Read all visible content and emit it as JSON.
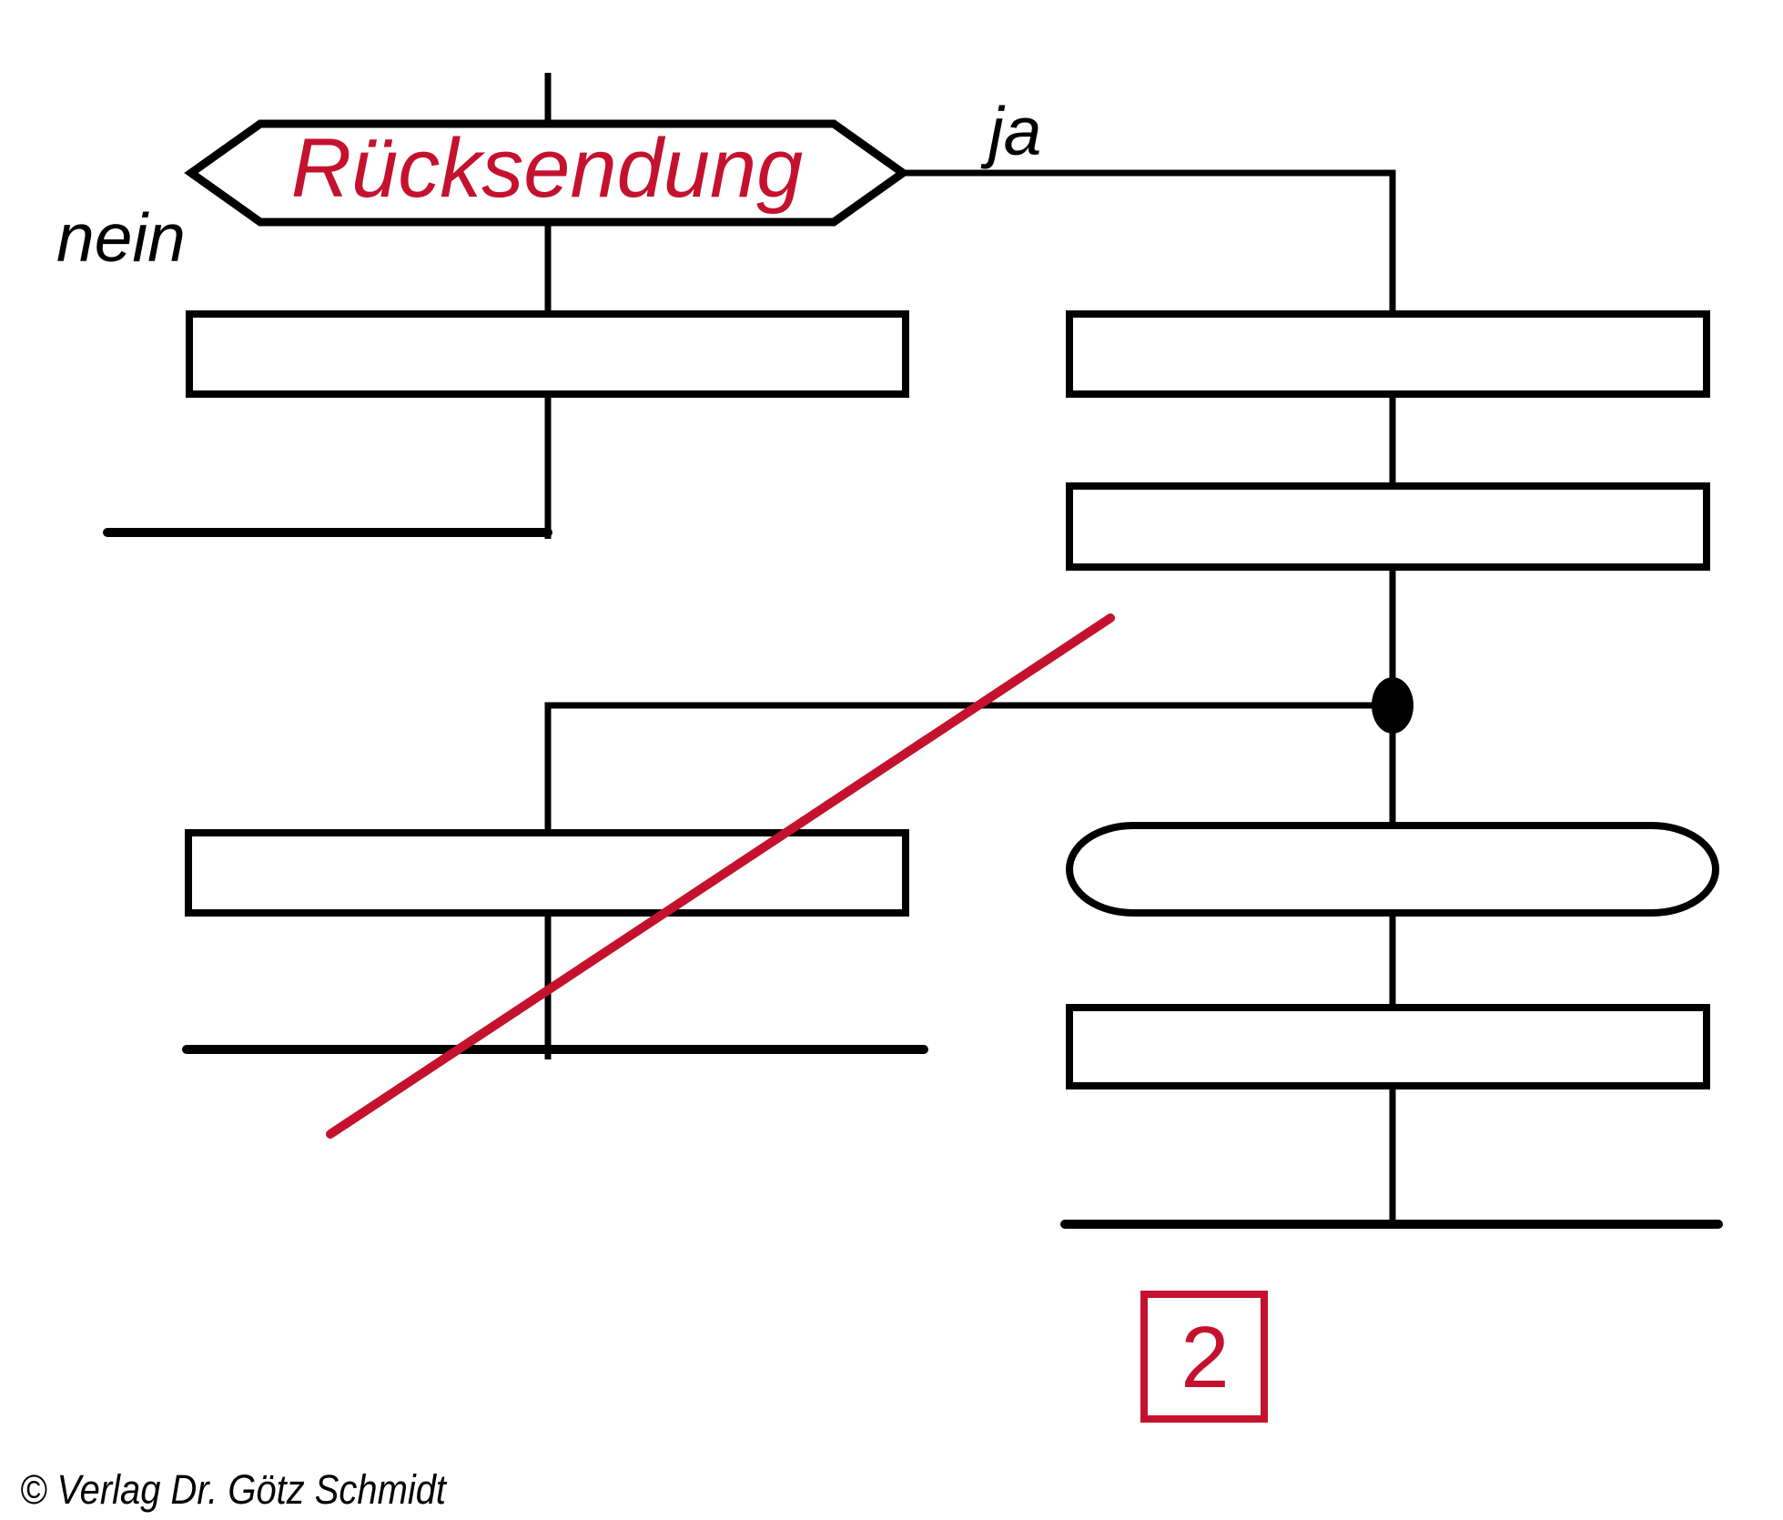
{
  "diagram": {
    "decision": {
      "label": "Rücksendung"
    },
    "branches": {
      "yes": {
        "label": "ja"
      },
      "no": {
        "label": "nein"
      }
    },
    "page_reference": {
      "label": "2"
    },
    "footer": {
      "copyright": "© Verlag Dr. Götz Schmidt"
    },
    "colors": {
      "accent_red": "#c4122e",
      "line_black": "#000000",
      "background": "#ffffff"
    }
  }
}
